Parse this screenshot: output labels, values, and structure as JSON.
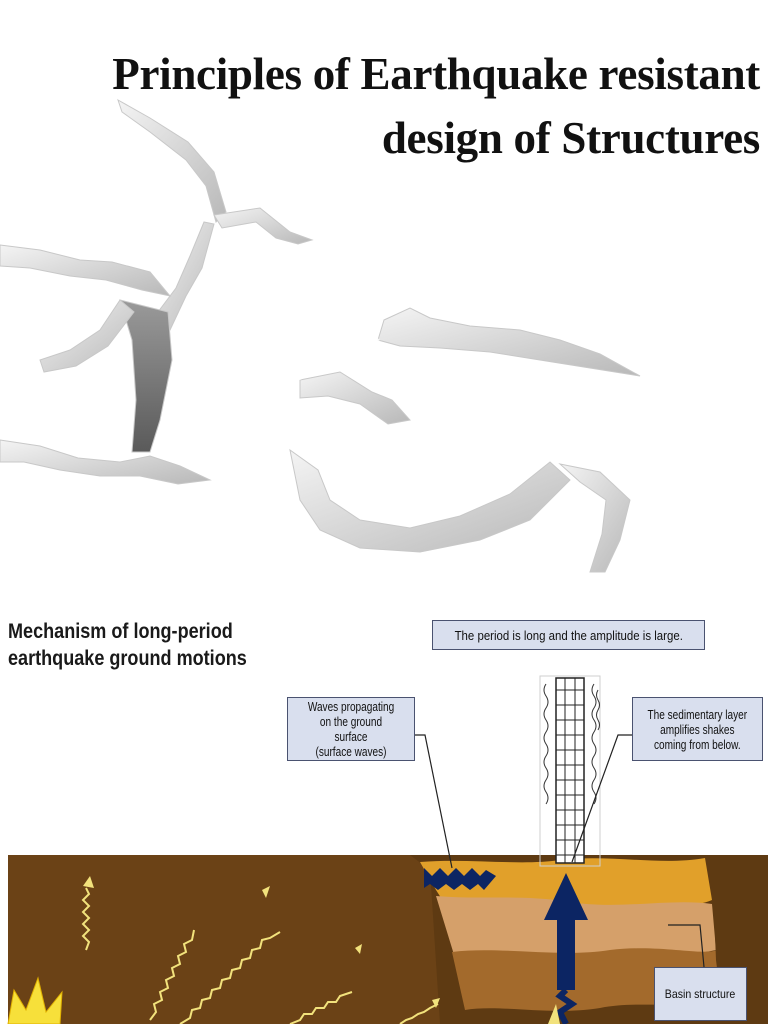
{
  "title": {
    "line1": "Principles of Earthquake resistant",
    "line2": "design of Structures"
  },
  "diagram": {
    "heading_line1": "Mechanism of long-period",
    "heading_line2": "earthquake ground motions",
    "callout_period": "The period is long and the amplitude is large.",
    "callout_waves": [
      "Waves propagating",
      "on the ground surface",
      "(surface waves)"
    ],
    "callout_sedimentary": [
      "The sedimentary layer",
      "amplifies shakes",
      "coming from below."
    ],
    "callout_basin": "Basin structure"
  },
  "colors": {
    "ground_dark": "#5e3a12",
    "ground_mid": "#7a4a16",
    "sediment_orange": "#e1a02a",
    "sediment_tan": "#d5a06a",
    "sediment_brown": "#8c5a24",
    "arrow_navy": "#0c2563",
    "wave_yellow": "#f2e27c",
    "callout_fill": "#d9dfee"
  }
}
